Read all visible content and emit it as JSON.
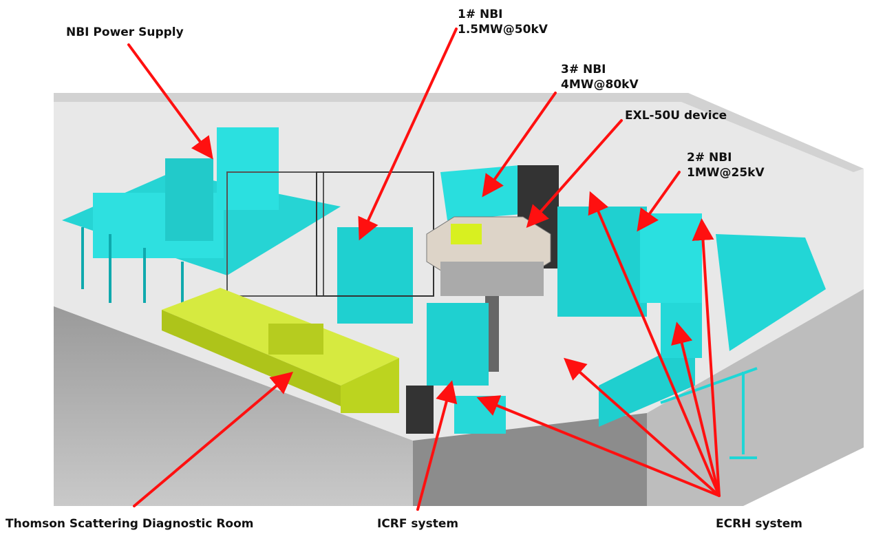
{
  "title": "EXL-50U facility layout",
  "colors": {
    "arrow": "#ff1010",
    "equipment": "#1fd6d6",
    "equipment_dark": "#0fa9ad",
    "diagnostic_room": "#c8e02a",
    "floor": "#e4e4e4",
    "wall": "#a8a8a8",
    "device_ring": "#ddd4c8"
  },
  "labels": {
    "nbi_power_supply": "NBI  Power Supply",
    "nbi1_line1": "1# NBI",
    "nbi1_line2": "1.5MW@50kV",
    "nbi3_line1": "3# NBI",
    "nbi3_line2": "4MW@80kV",
    "device": "EXL-50U device",
    "nbi2_line1": "2# NBI",
    "nbi2_line2": "1MW@25kV",
    "thomson": "Thomson Scattering Diagnostic Room",
    "icrf": "ICRF system",
    "ecrh": "ECRH system"
  }
}
